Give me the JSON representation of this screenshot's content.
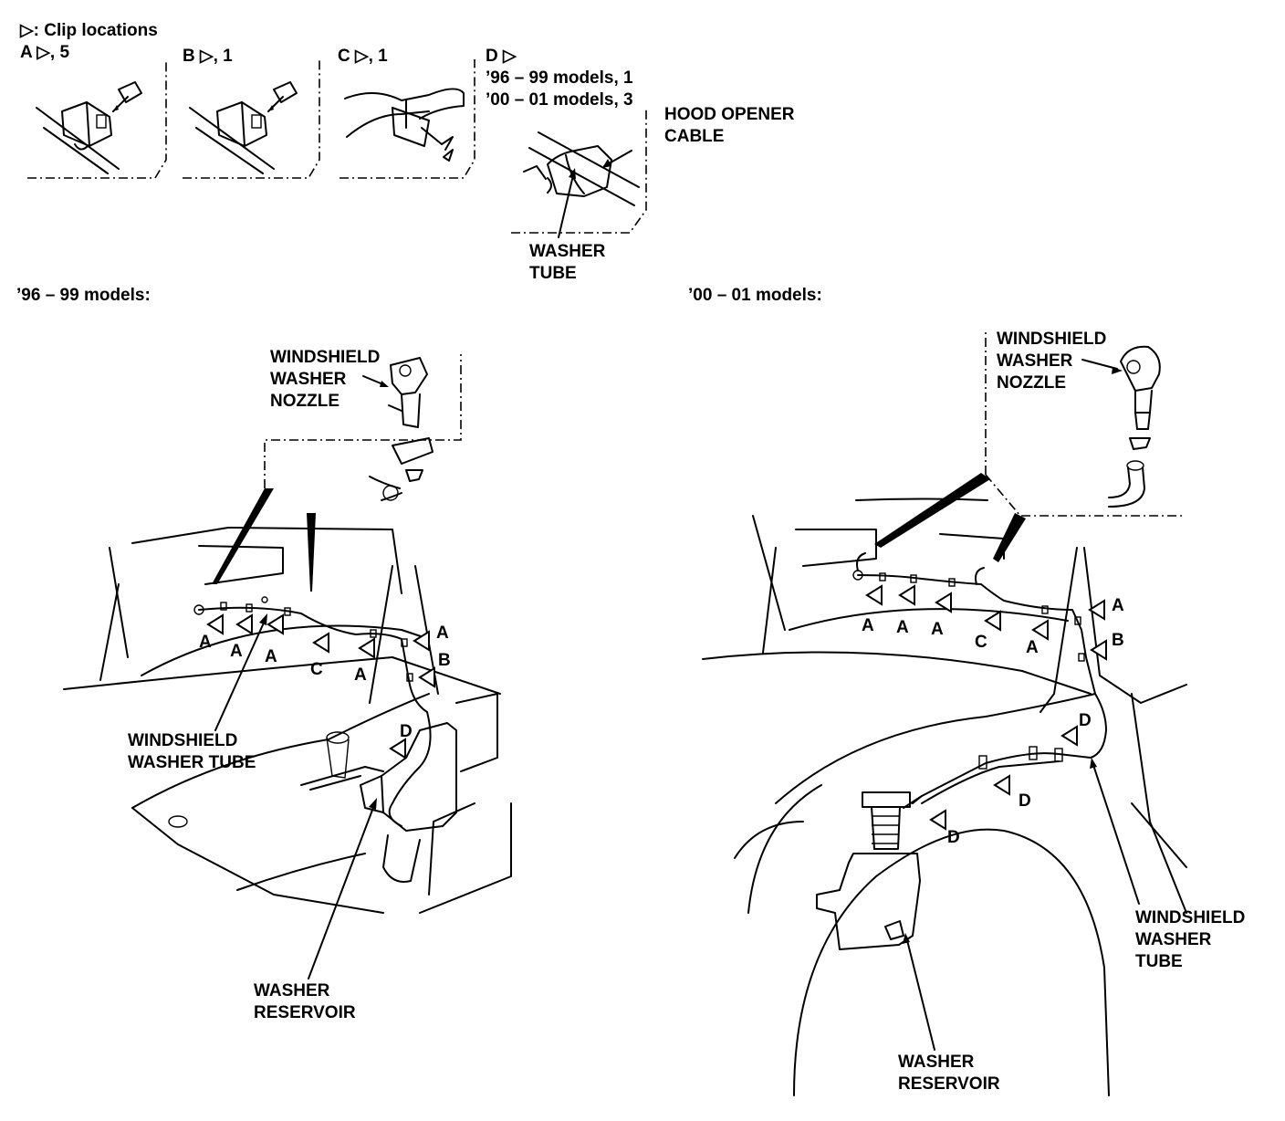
{
  "legend": {
    "title": "▷: Clip locations"
  },
  "insets": [
    {
      "id": "A",
      "caption": "A ▷, 5"
    },
    {
      "id": "B",
      "caption": "B ▷, 1"
    },
    {
      "id": "C",
      "caption": "C ▷, 1"
    },
    {
      "id": "D",
      "caption": "D ▷",
      "lines": [
        "’96 – 99 models, 1",
        "’00 – 01 models, 3"
      ]
    }
  ],
  "inset_d_labels": {
    "hood_opener_cable": "HOOD OPENER\nCABLE",
    "washer_tube": "WASHER\nTUBE"
  },
  "left_view": {
    "heading": "’96 – 99 models:",
    "nozzle": "WINDSHIELD\nWASHER\nNOZZLE",
    "tube": "WINDSHIELD\nWASHER TUBE",
    "reservoir": "WASHER\nRESERVOIR",
    "clips": [
      "A",
      "A",
      "A",
      "C",
      "A",
      "A",
      "B",
      "D"
    ]
  },
  "right_view": {
    "heading": "’00 – 01 models:",
    "nozzle": "WINDSHIELD\nWASHER\nNOZZLE",
    "tube": "WINDSHIELD\nWASHER\nTUBE",
    "reservoir": "WASHER\nRESERVOIR",
    "clips": [
      "A",
      "A",
      "A",
      "C",
      "A",
      "A",
      "B",
      "D",
      "D",
      "D"
    ]
  }
}
